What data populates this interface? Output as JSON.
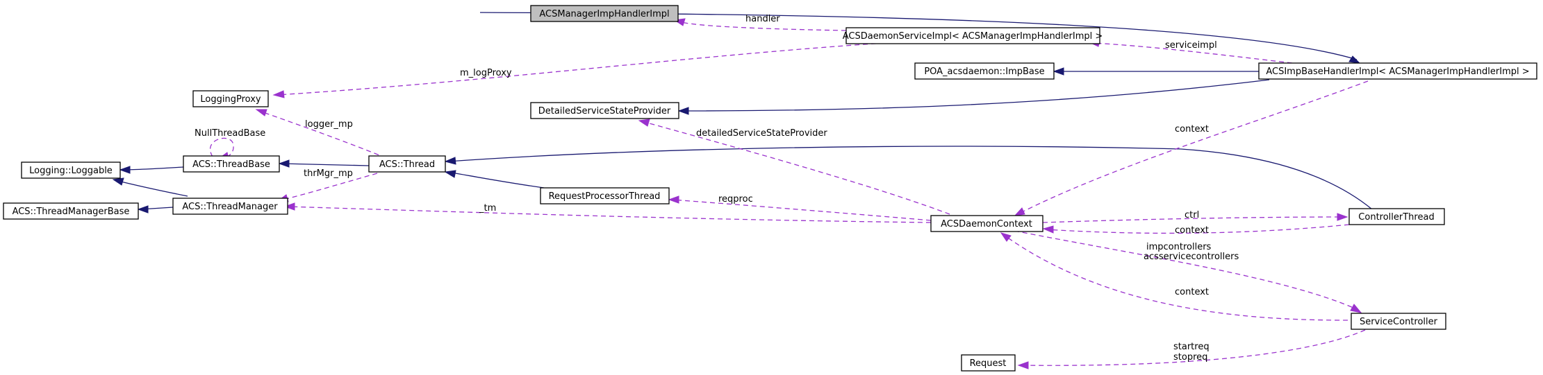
{
  "diagram": {
    "nodes": {
      "acsmanager": "ACSManagerImpHandlerImpl",
      "daemonservice": "ACSDaemonServiceImpl< ACSManagerImpHandlerImpl >",
      "loggingproxy": "LoggingProxy",
      "poa": "POA_acsdaemon::ImpBase",
      "impbase": "ACSImpBaseHandlerImpl< ACSManagerImpHandlerImpl >",
      "detailed": "DetailedServiceStateProvider",
      "loggable": "Logging::Loggable",
      "threadbase": "ACS::ThreadBase",
      "thread": "ACS::Thread",
      "threadmanagerbase": "ACS::ThreadManagerBase",
      "threadmanager": "ACS::ThreadManager",
      "requestproc": "RequestProcessorThread",
      "context": "ACSDaemonContext",
      "controller": "ControllerThread",
      "service": "ServiceController",
      "request": "Request"
    },
    "edge_labels": {
      "handler": "handler",
      "serviceimpl": "serviceimpl",
      "m_logproxy": "m_logProxy",
      "nullthreadbase": "NullThreadBase",
      "logger_mp": "logger_mp",
      "detailedssp": "detailedServiceStateProvider",
      "context_impbase": "context",
      "thrmgr_mp": "thrMgr_mp",
      "reqproc": "reqproc",
      "tm": "_tm",
      "ctrl": "ctrl",
      "context_ctrl": "context",
      "impcontrollers": "impcontrollers",
      "acsservicecontrollers": "acsservicecontrollers",
      "context_service": "context",
      "startreq": "startreq",
      "stopreq": "stopreq"
    }
  }
}
